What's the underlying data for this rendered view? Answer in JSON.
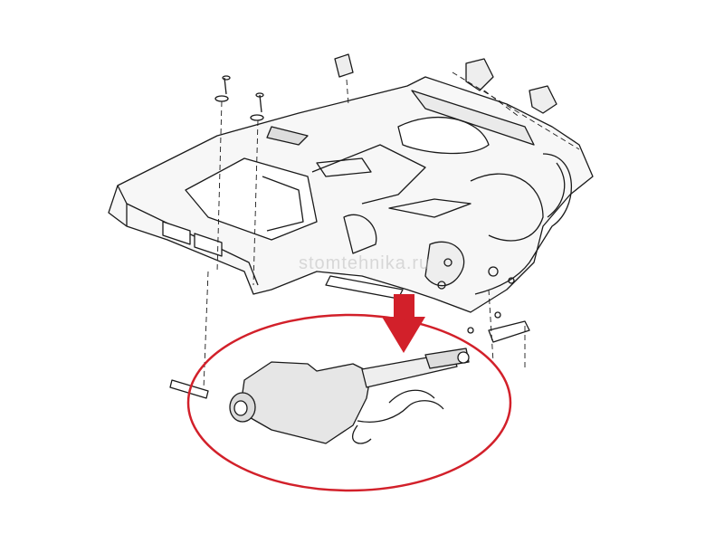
{
  "watermark": "stomtehnika.ru",
  "colors": {
    "highlight": "#d2202a",
    "line": "#1a1a1a",
    "shade": "#e6e6e6"
  },
  "callout": {
    "shape": "ellipse",
    "arrow_direction": "down"
  }
}
